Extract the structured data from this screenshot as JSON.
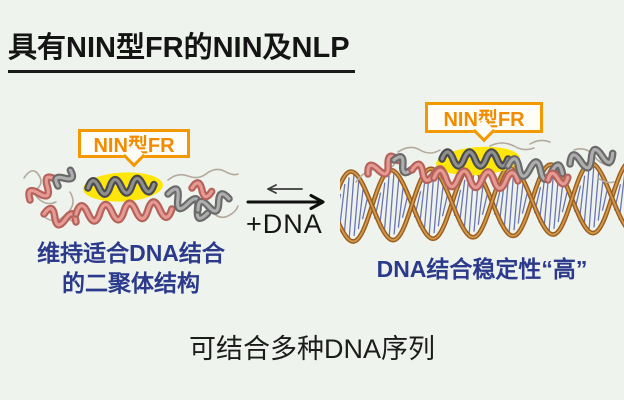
{
  "title": {
    "text": "具有NIN型FR的NIN及NLP"
  },
  "left_figure": {
    "callout_label": "NIN型FR",
    "caption_line1": "维持适合DNA结合",
    "caption_line2": "的二聚体结构"
  },
  "reaction": {
    "label": "+DNA"
  },
  "right_figure": {
    "callout_label": "NIN型FR",
    "caption": "DNA结合稳定性“高”"
  },
  "footer": {
    "text": "可结合多种DNA序列"
  },
  "colors": {
    "background": "#eff3ee",
    "accent_orange": "#f39800",
    "highlight_yellow": "#ffe60a",
    "caption_blue": "#2c3a8c",
    "text_black": "#1a1a1a",
    "dna_strand_brown": "#9c5c1c",
    "dna_strand_inner": "#d09a4e",
    "dna_rung_blue": "#5560a5",
    "helix_pink_dark": "#b6625a",
    "helix_pink_light": "#e59b93",
    "helix_gray_dark": "#6a6a6a",
    "helix_gray_light": "#aeaeae",
    "helix_core_dark": "#4b4b4b",
    "helix_core_light": "#8f8f8f",
    "loop_tan": "#b3aa9c"
  }
}
